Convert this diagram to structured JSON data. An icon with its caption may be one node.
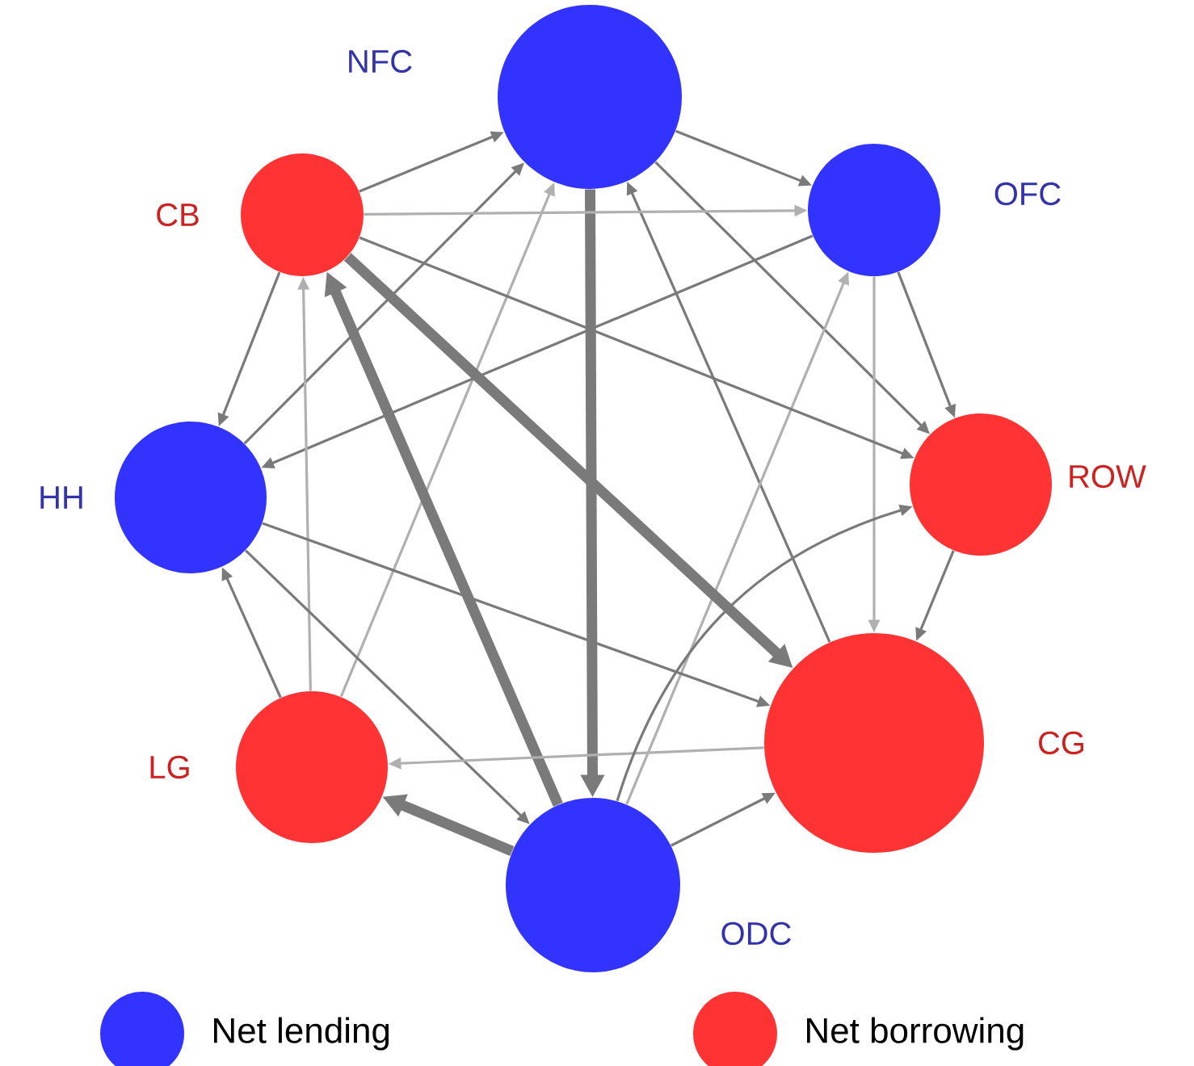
{
  "diagram": {
    "nodes": [
      {
        "text": [],
        "shape": "circle",
        "beside": [
          "NFC"
        ]
      },
      {
        "text": [],
        "shape": "circle",
        "beside": [
          "CB"
        ]
      },
      {
        "text": [],
        "shape": "circle",
        "beside": [
          "OFC"
        ]
      },
      {
        "text": [],
        "shape": "circle",
        "beside": [
          "HH"
        ]
      },
      {
        "text": [],
        "shape": "circle",
        "beside": [
          "ROW"
        ]
      },
      {
        "text": [],
        "shape": "circle",
        "beside": [
          "LG"
        ]
      },
      {
        "text": [],
        "shape": "circle",
        "beside": [
          "CG"
        ]
      },
      {
        "text": [],
        "shape": "circle",
        "beside": [
          "ODC"
        ]
      }
    ],
    "edges": [
      {
        "from": 1,
        "to": 0,
        "arrow": "to"
      },
      {
        "from": 3,
        "to": 0,
        "arrow": "to"
      },
      {
        "from": 5,
        "to": 0,
        "arrow": "to",
        "color": "#b0b0b0"
      },
      {
        "from": 0,
        "to": 7,
        "arrow": "to",
        "style": "thick"
      },
      {
        "from": 6,
        "to": 0,
        "arrow": "to"
      },
      {
        "from": 0,
        "to": 2,
        "arrow": "to"
      },
      {
        "from": 0,
        "to": 4,
        "arrow": "to"
      },
      {
        "from": 1,
        "to": 2,
        "arrow": "to",
        "color": "#b0b0b0"
      },
      {
        "from": 2,
        "to": 3,
        "arrow": "to"
      },
      {
        "from": 7,
        "to": 2,
        "arrow": "to",
        "color": "#b0b0b0"
      },
      {
        "from": 2,
        "to": 6,
        "arrow": "to",
        "color": "#b0b0b0"
      },
      {
        "from": 2,
        "to": 4,
        "arrow": "to"
      },
      {
        "from": 1,
        "to": 4,
        "arrow": "to"
      },
      {
        "from": 1,
        "to": 6,
        "arrow": "to",
        "style": "thick"
      },
      {
        "from": 1,
        "to": 3,
        "arrow": "to"
      },
      {
        "from": 5,
        "to": 1,
        "arrow": "to",
        "color": "#b0b0b0"
      },
      {
        "from": 7,
        "to": 1,
        "arrow": "to",
        "style": "thick"
      },
      {
        "from": 3,
        "to": 6,
        "arrow": "to"
      },
      {
        "from": 3,
        "to": 7,
        "arrow": "to"
      },
      {
        "from": 5,
        "to": 3,
        "arrow": "to"
      },
      {
        "from": 6,
        "to": 5,
        "arrow": "to",
        "color": "#b0b0b0"
      },
      {
        "from": 7,
        "to": 5,
        "arrow": "to",
        "style": "thick"
      },
      {
        "from": 7,
        "to": 6,
        "arrow": "to"
      },
      {
        "from": 7,
        "to": 4,
        "arrow": "to"
      },
      {
        "from": 4,
        "to": 6,
        "arrow": "to"
      }
    ],
    "legend": [
      {
        "text": "Net lending",
        "color": "#3333ff"
      },
      {
        "text": "Net borrowing",
        "color": "#ff3333"
      }
    ]
  }
}
